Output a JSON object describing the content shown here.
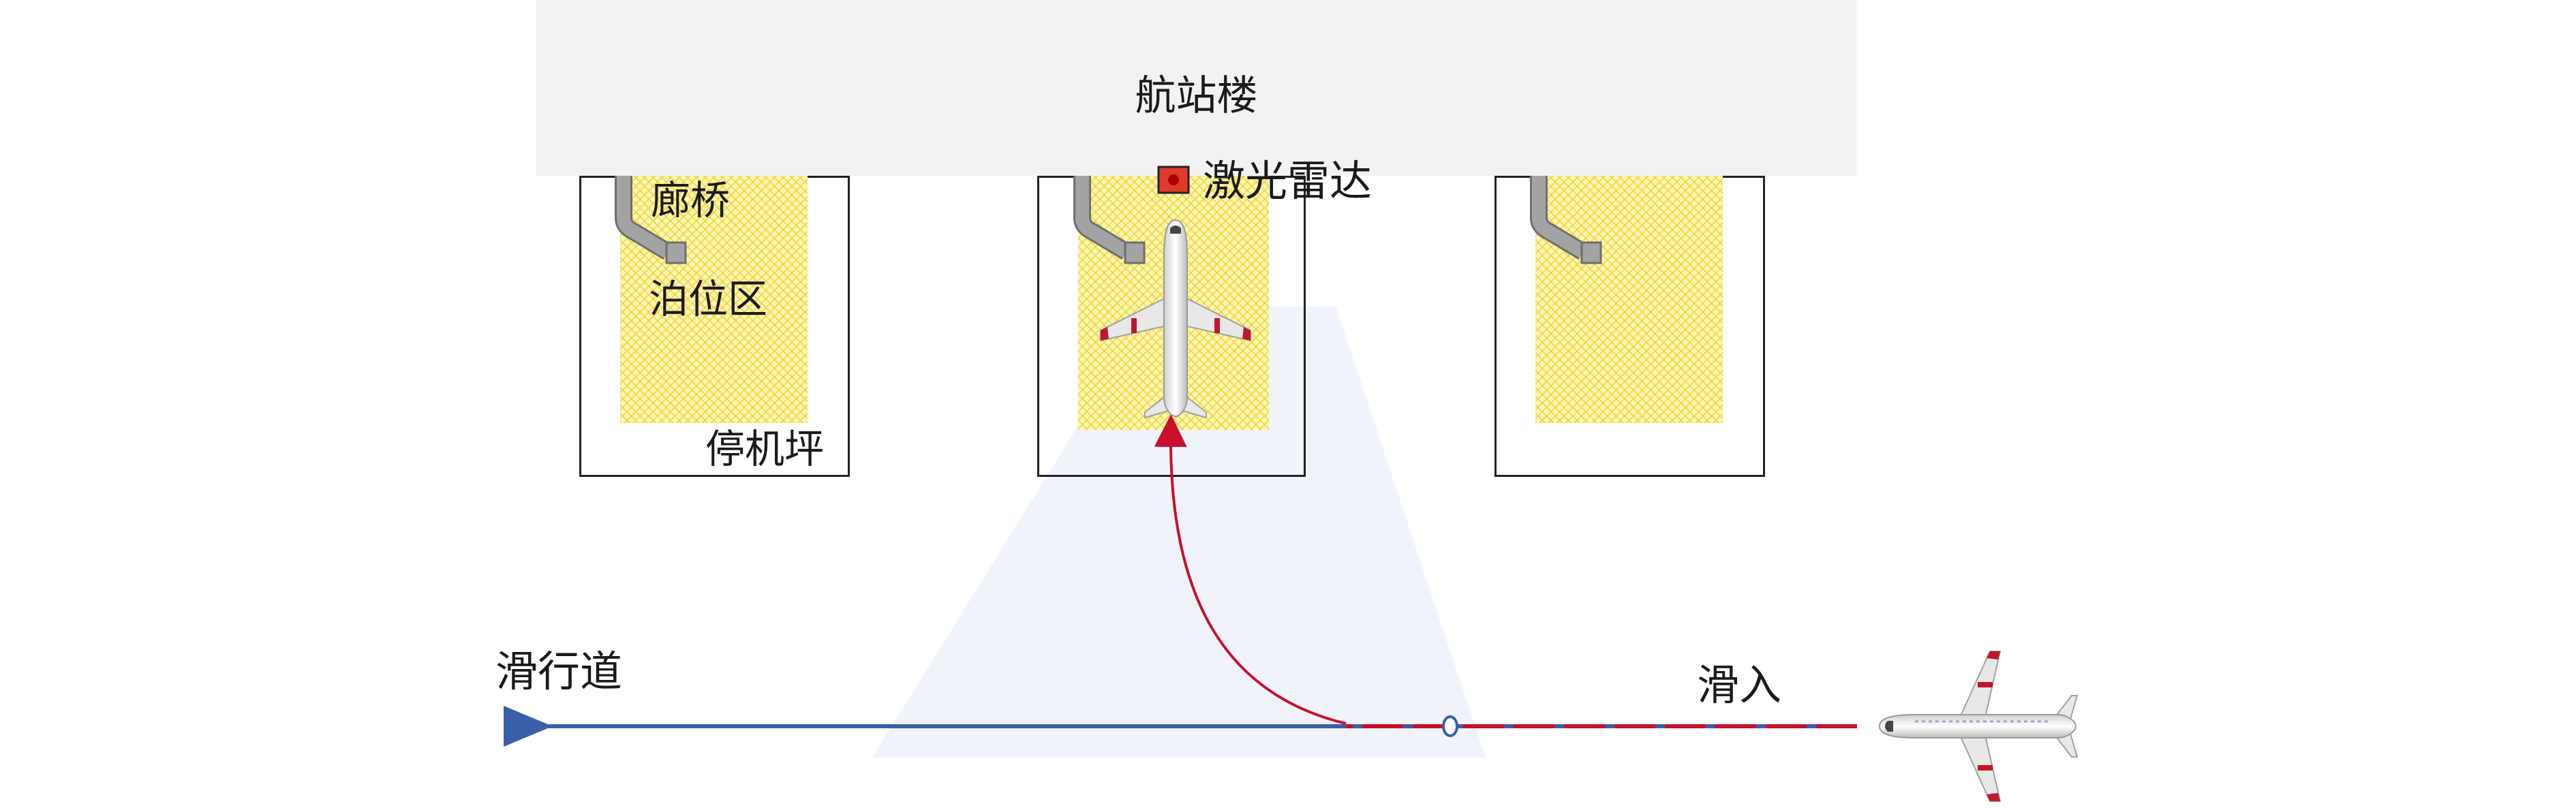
{
  "terminal": {
    "label": "航站楼"
  },
  "labels": {
    "lidar": "激光雷达",
    "bridge": "廊桥",
    "parking_zone": "泊位区",
    "apron": "停机坪",
    "taxiway": "滑行道",
    "taxi_in": "滑入"
  },
  "colors": {
    "terminal": "#f2f2f2",
    "parking_zone": "#fbf6b0",
    "taxiway_arrow": "#3a5fa8",
    "guide_path": "#c8102e",
    "lidar_fov": "#eef2fa",
    "bridge": "#9e9e9e",
    "lidar_marker": "#d62020",
    "aircraft_accent": "#c0182a"
  },
  "icons": {
    "lidar": "lidar-sensor-icon",
    "bridge": "jet-bridge-icon",
    "aircraft": "airplane-icon"
  }
}
